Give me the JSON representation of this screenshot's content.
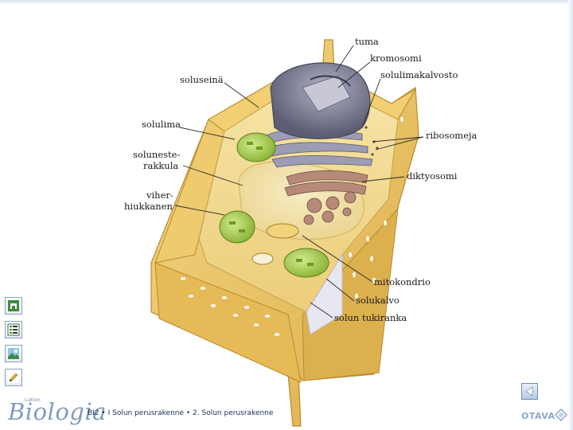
{
  "labels": {
    "tuma": "tuma",
    "kromosomi": "kromosomi",
    "solulimakalvosto": "solulimakalvosto",
    "soluseina": "soluseinä",
    "solulima": "solulima",
    "soluneste_line1": "soluneste-",
    "soluneste_line2": "rakkula",
    "viher_line1": "viher-",
    "viher_line2": "hiukkanen",
    "ribosomeja": "ribosomeja",
    "diktyosomi": "diktyosomi",
    "mitokondrio": "mitokondrio",
    "solukalvo": "solukalvo",
    "solun_tukiranka": "solun tukiranka"
  },
  "sidebar": {
    "buttons": [
      {
        "name": "home",
        "icon": "home-icon"
      },
      {
        "name": "contents",
        "icon": "list-icon"
      },
      {
        "name": "images",
        "icon": "image-icon"
      },
      {
        "name": "notes",
        "icon": "pencil-icon"
      }
    ]
  },
  "brand": {
    "small": "Lukion",
    "main": "Biologia"
  },
  "footer": {
    "text": "BI2 • I Solun perusrakenne • 2. Solun perusrakenne"
  },
  "nav": {
    "prev_icon": "triangle-left-icon"
  },
  "publisher": {
    "name": "OTAVA"
  },
  "colors": {
    "cell_wall": "#e9c25f",
    "cytoplasm": "#f3dc8e",
    "nucleus": "#7f8097",
    "golgi": "#a67a6a",
    "chloroplast": "#9ac23f",
    "accent_blue": "#7e9cc2"
  }
}
